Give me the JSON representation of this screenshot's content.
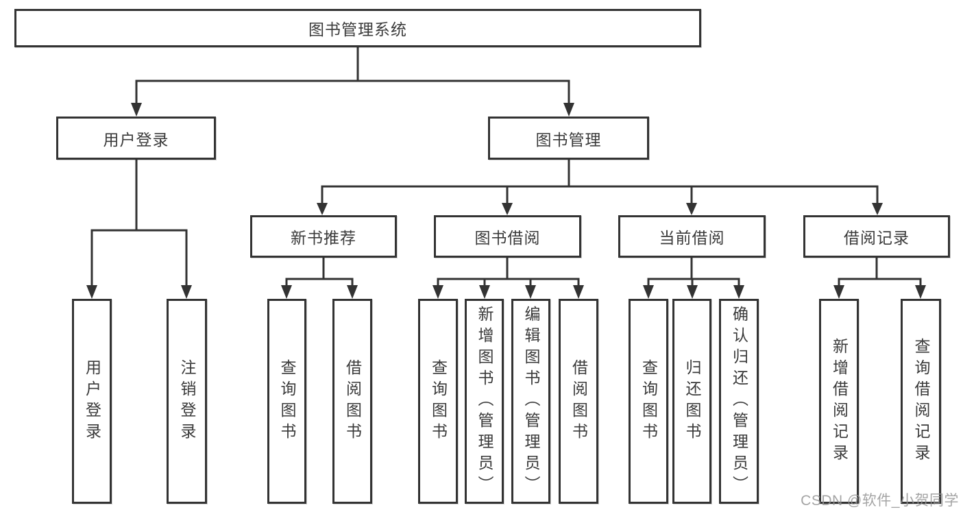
{
  "tree": {
    "label": "图书管理系统",
    "children": [
      {
        "label": "用户登录",
        "children": [
          {
            "label": "用户登录"
          },
          {
            "label": "注销登录"
          }
        ]
      },
      {
        "label": "图书管理",
        "children": [
          {
            "label": "新书推荐",
            "children": [
              {
                "label": "查询图书"
              },
              {
                "label": "借阅图书"
              }
            ]
          },
          {
            "label": "图书借阅",
            "children": [
              {
                "label": "查询图书"
              },
              {
                "label": "新增图书（管理员）"
              },
              {
                "label": "编辑图书（管理员）"
              },
              {
                "label": "借阅图书"
              }
            ]
          },
          {
            "label": "当前借阅",
            "children": [
              {
                "label": "查询图书"
              },
              {
                "label": "归还图书"
              },
              {
                "label": "确认归还（管理员）"
              }
            ]
          },
          {
            "label": "借阅记录",
            "children": [
              {
                "label": "新增借阅记录"
              },
              {
                "label": "查询借阅记录"
              }
            ]
          }
        ]
      }
    ]
  },
  "watermark": {
    "text": "CSDN @软件_小贺同学"
  },
  "colors": {
    "line": "#333333",
    "box_border": "#333333",
    "box_fill": "#ffffff",
    "text": "#3a3a3a",
    "watermark": "#949494",
    "background": "#ffffff"
  }
}
